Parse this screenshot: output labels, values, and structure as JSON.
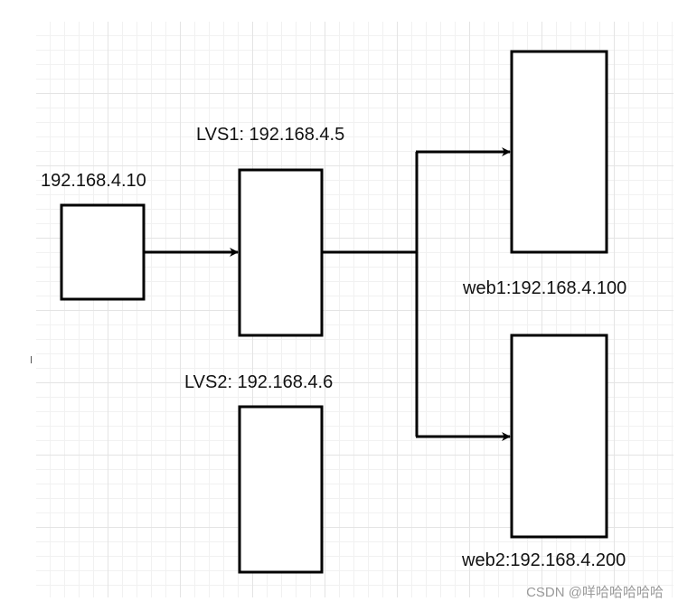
{
  "labels": {
    "client": "192.168.4.10",
    "lvs1": "LVS1: 192.168.4.5",
    "lvs2": "LVS2: 192.168.4.6",
    "web1": "web1:192.168.4.100",
    "web2": "web2:192.168.4.200"
  },
  "watermark": "CSDN @咩哈哈哈哈哈",
  "colors": {
    "stroke": "#000000",
    "text": "#111111",
    "grid": "#e4e4e4",
    "watermark": "#9a9a9a"
  }
}
